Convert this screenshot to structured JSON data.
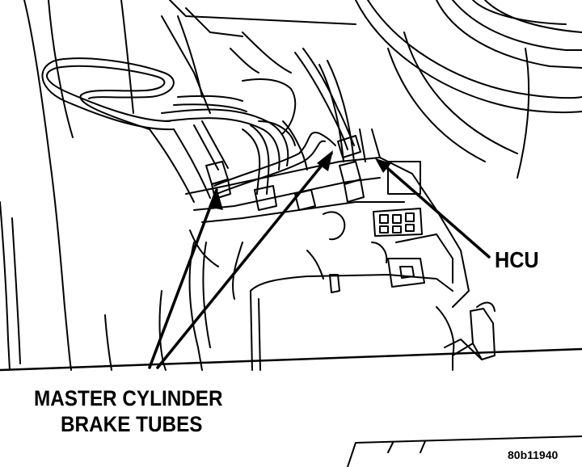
{
  "labels": {
    "master_cylinder_line1": "MASTER CYLINDER",
    "master_cylinder_line2": "BRAKE TUBES",
    "hcu": "HCU",
    "figure_code": "80b11940"
  },
  "colors": {
    "ink": "#000000",
    "paper": "#ffffff"
  }
}
